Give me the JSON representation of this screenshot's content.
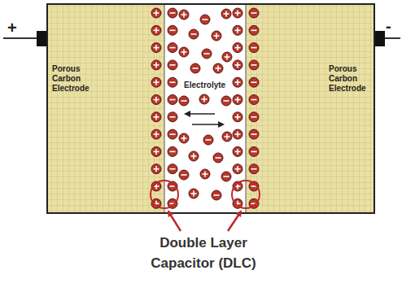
{
  "diagram": {
    "nodes": [
      {
        "text": [
          "Porous Carbon Electrode"
        ]
      },
      {
        "text": [
          "Electrolyte"
        ]
      },
      {
        "text": [
          "Porous Carbon Electrode"
        ]
      }
    ],
    "labels": [
      "+",
      "-",
      "Double Layer Capacitor (DLC)"
    ]
  }
}
